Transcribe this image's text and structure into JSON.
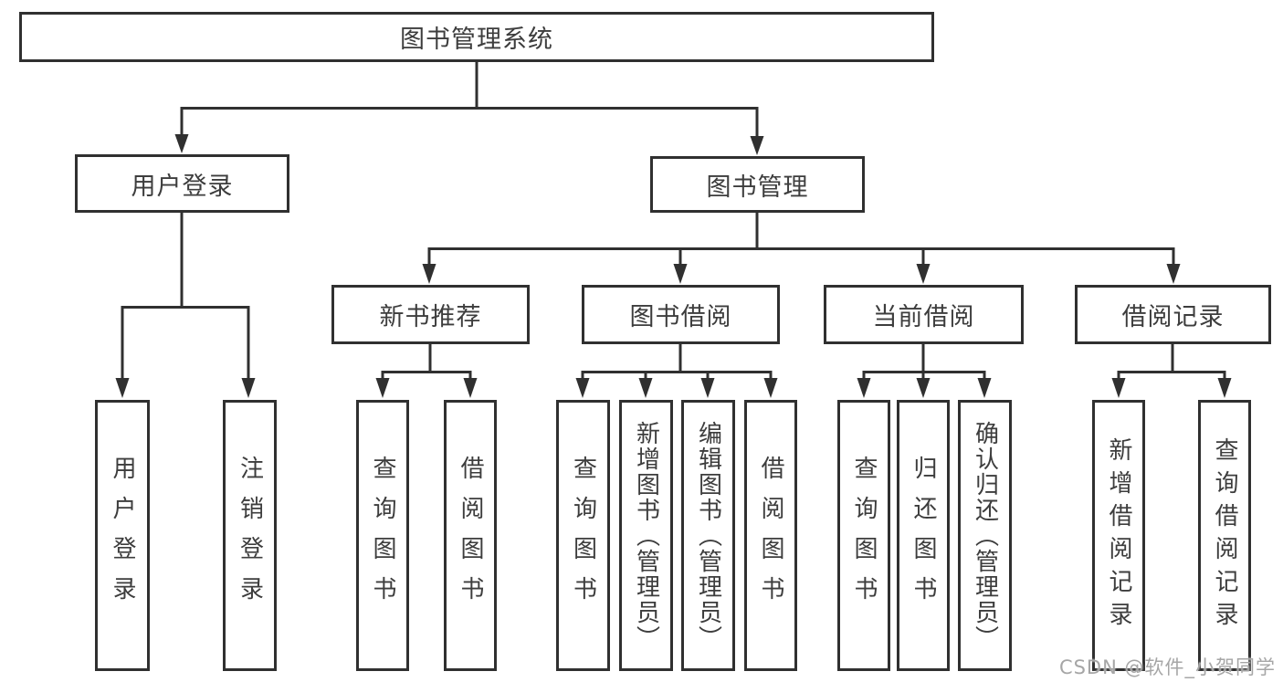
{
  "diagram_type": "hierarchy-tree",
  "tree": {
    "label": "图书管理系统",
    "children": [
      {
        "label": "用户登录",
        "children": [
          {
            "label": "用户登录"
          },
          {
            "label": "注销登录"
          }
        ]
      },
      {
        "label": "图书管理",
        "children": [
          {
            "label": "新书推荐",
            "children": [
              {
                "label": "查询图书"
              },
              {
                "label": "借阅图书"
              }
            ]
          },
          {
            "label": "图书借阅",
            "children": [
              {
                "label": "查询图书"
              },
              {
                "label": "新增图书（管理员）"
              },
              {
                "label": "编辑图书（管理员）"
              },
              {
                "label": "借阅图书"
              }
            ]
          },
          {
            "label": "当前借阅",
            "children": [
              {
                "label": "查询图书"
              },
              {
                "label": "归还图书"
              },
              {
                "label": "确认归还（管理员）"
              }
            ]
          },
          {
            "label": "借阅记录",
            "children": [
              {
                "label": "新增借阅记录"
              },
              {
                "label": "查询借阅记录"
              }
            ]
          }
        ]
      }
    ]
  },
  "watermark": {
    "text": "CSDN @软件_小贺同学"
  },
  "colors": {
    "line": "#303030",
    "text": "#3d3d3d",
    "watermark": "#a6a6a6",
    "background": "#ffffff"
  }
}
